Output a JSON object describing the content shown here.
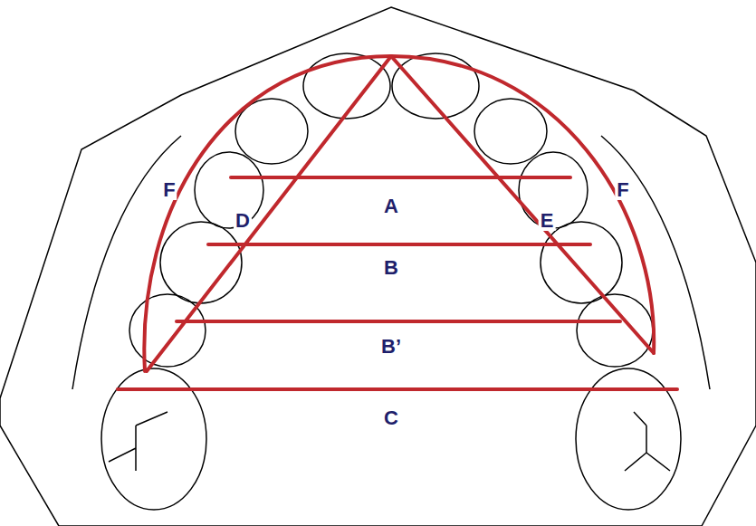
{
  "diagram": {
    "labels": [
      "F",
      "F",
      "A",
      "D",
      "E",
      "B",
      "B’",
      "C"
    ]
  }
}
